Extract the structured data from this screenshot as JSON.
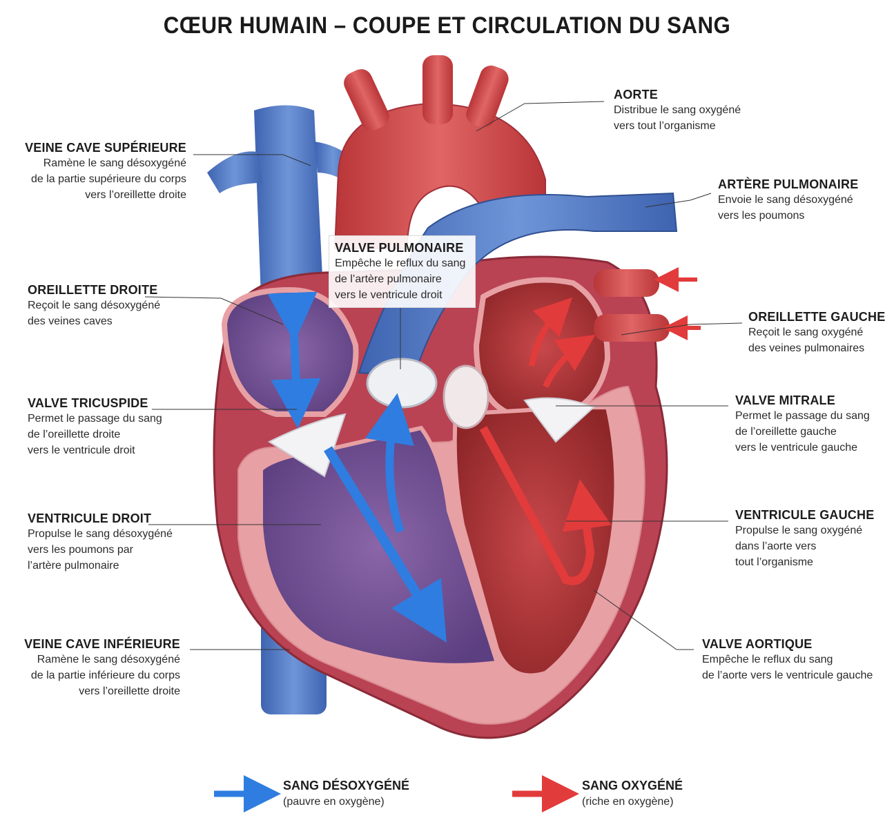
{
  "title": "CŒUR HUMAIN – COUPE ET CIRCULATION DU SANG",
  "colors": {
    "deoxygenated": "#2f7de0",
    "oxygenated": "#e23b3b",
    "vein_blue": "#4f78c4",
    "artery_red": "#d24a4a",
    "muscle": "#c05060",
    "muscle_light": "#e8a0a5"
  },
  "labels": {
    "veine_cave_sup": {
      "title": "VEINE CAVE SUPÉRIEURE",
      "desc": "Ramène le sang désoxygéné\nde la partie supérieure du corps\nvers l’oreillette droite"
    },
    "aorte": {
      "title": "AORTE",
      "desc": "Distribue le sang oxygéné\nvers tout l’organisme"
    },
    "artere_pulm": {
      "title": "ARTÈRE PULMONAIRE",
      "desc": "Envoie le sang désoxygéné\nvers les poumons"
    },
    "valve_pulm": {
      "title": "VALVE PULMONAIRE",
      "desc": "Empêche le reflux du sang\nde l’artère pulmonaire\nvers le ventricule droit"
    },
    "oreillette_droite": {
      "title": "OREILLETTE DROITE",
      "desc": "Reçoit le sang désoxygéné\ndes veines caves"
    },
    "oreillette_gauche": {
      "title": "OREILLETTE GAUCHE",
      "desc": "Reçoit le sang oxygéné\ndes veines pulmonaires"
    },
    "valve_tricuspide": {
      "title": "VALVE TRICUSPIDE",
      "desc": "Permet le passage du sang\nde l’oreillette droite\nvers le ventricule droit"
    },
    "valve_mitrale": {
      "title": "VALVE MITRALE",
      "desc": "Permet le passage du sang\nde l’oreillette gauche\nvers le ventricule gauche"
    },
    "ventricule_droit": {
      "title": "VENTRICULE DROIT",
      "desc": "Propulse le sang désoxygéné\nvers les poumons par\nl’artère pulmonaire"
    },
    "ventricule_gauche": {
      "title": "VENTRICULE GAUCHE",
      "desc": "Propulse le sang oxygéné\ndans l’aorte vers\ntout l’organisme"
    },
    "veine_cave_inf": {
      "title": "VEINE CAVE INFÉRIEURE",
      "desc": "Ramène le sang désoxygéné\nde la partie inférieure du corps\nvers l’oreillette droite"
    },
    "valve_aortique": {
      "title": "VALVE AORTIQUE",
      "desc": "Empêche le reflux du sang\nde l’aorte vers le ventricule gauche"
    }
  },
  "legend": {
    "deoxy": {
      "title": "SANG DÉSOXYGÉNÉ",
      "desc": "(pauvre en oxygène)"
    },
    "oxy": {
      "title": "SANG OXYGÉNÉ",
      "desc": "(riche en oxygène)"
    }
  }
}
